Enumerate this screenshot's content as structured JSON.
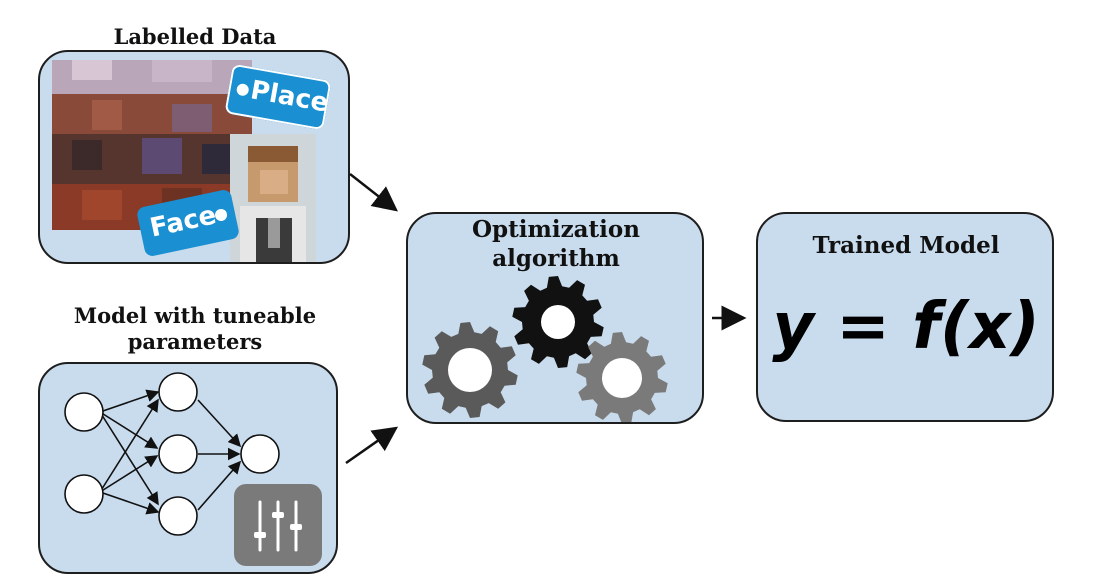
{
  "labelled_data": {
    "title": "Labelled Data",
    "place_tag": "Place",
    "face_tag": "Face"
  },
  "model": {
    "title_line1": "Model with tuneable",
    "title_line2": "parameters",
    "network": {
      "input_nodes": 2,
      "hidden_nodes": 3,
      "output_nodes": 1
    }
  },
  "optimization": {
    "title_line1": "Optimization",
    "title_line2": "algorithm"
  },
  "trained_model": {
    "title": "Trained Model",
    "formula": "y = f(x)"
  },
  "colors": {
    "box_fill": "#c9dcee",
    "tag_blue": "#1a8fd1",
    "gear_dark": "#111111",
    "gear_mid": "#5a5a5a",
    "gear_light": "#7a7a7a"
  }
}
